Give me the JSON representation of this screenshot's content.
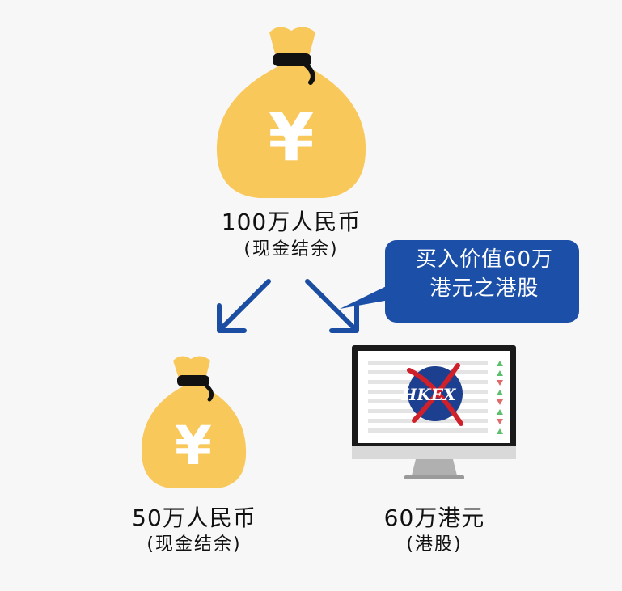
{
  "top_bag": {
    "symbol": "¥",
    "amount": "100万人民币",
    "note": "(现金结余)"
  },
  "left_bag": {
    "symbol": "¥",
    "amount": "50万人民币",
    "note": "(现金结余)"
  },
  "right_monitor": {
    "logo_text": "HKEX",
    "amount": "60万港元",
    "note": "(港股)"
  },
  "callout": {
    "line1": "买入价值60万",
    "line2": "港元之港股"
  },
  "colors": {
    "bag": "#f9c85a",
    "tie": "#111111",
    "arrow": "#1b4ea3",
    "callout_bg": "#1c50a8",
    "monitor_frame": "#1a1a1a",
    "up_marker": "#5bbf6b",
    "down_marker": "#e06a6a",
    "logo_blue": "#1c3f8f",
    "logo_red": "#d0202a"
  }
}
